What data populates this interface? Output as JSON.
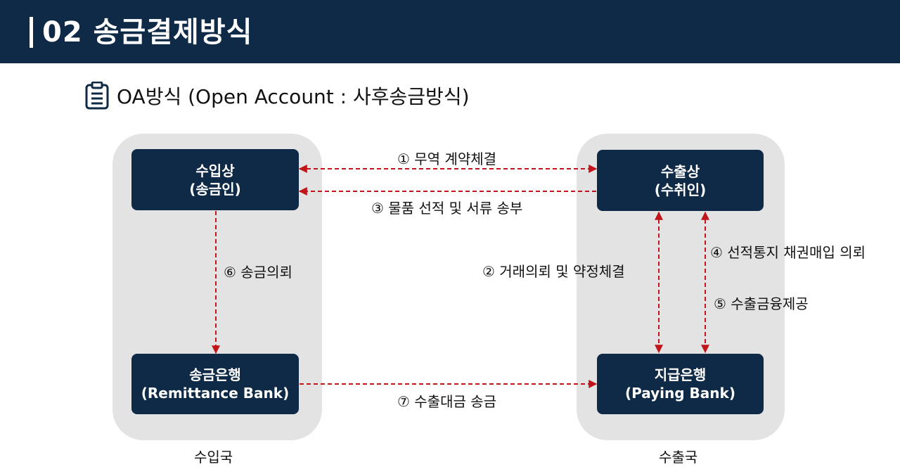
{
  "header": {
    "title": "02 송금결제방식"
  },
  "subtitle": {
    "icon": "clipboard-icon",
    "text": "OA방식 (Open Account : 사후송금방식)"
  },
  "nodes": {
    "importer": {
      "title": "수입상",
      "sub": "(송금인)"
    },
    "exporter": {
      "title": "수출상",
      "sub": "(수취인)"
    },
    "remit_bank": {
      "title": "송금은행",
      "sub": "(Remittance Bank)"
    },
    "paying_bank": {
      "title": "지급은행",
      "sub": "(Paying Bank)"
    }
  },
  "flows": {
    "f1": "① 무역 계약체결",
    "f2": "② 거래의뢰 및 약정체결",
    "f3": "③ 물품 선적 및 서류 송부",
    "f4": "④ 선적통지 채권매입 의뢰",
    "f5": "⑤ 수출금융제공",
    "f6": "⑥ 송금의뢰",
    "f7": "⑦ 수출대금 송금"
  },
  "countries": {
    "left": "수입국",
    "right": "수출국"
  },
  "colors": {
    "navy": "#0f2a46",
    "arrow": "#c0161b",
    "region": "#e3e3e3"
  }
}
